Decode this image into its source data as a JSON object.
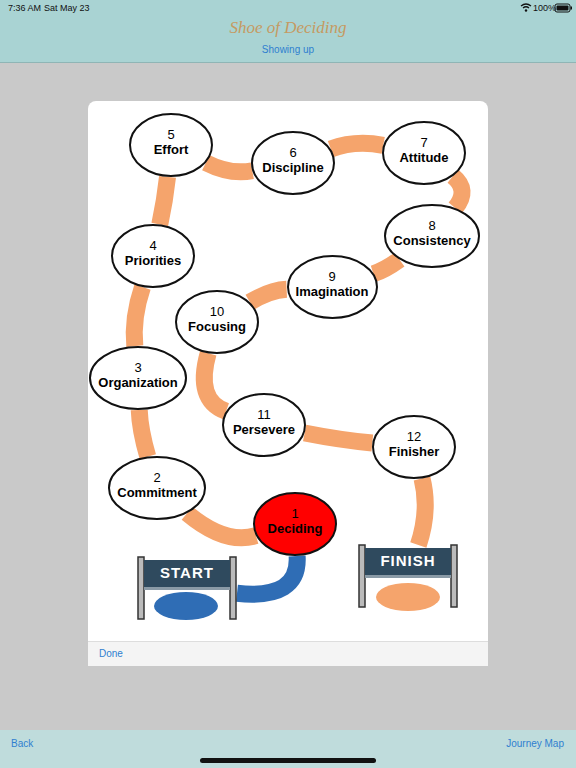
{
  "diagram": {
    "title": "Shoe of Deciding",
    "nodes": [
      {
        "text": [
          "START"
        ]
      },
      {
        "text": [
          "1",
          "Deciding"
        ]
      },
      {
        "text": [
          "2",
          "Commitment"
        ]
      },
      {
        "text": [
          "3",
          "Organization"
        ]
      },
      {
        "text": [
          "4",
          "Priorities"
        ]
      },
      {
        "text": [
          "5",
          "Effort"
        ]
      },
      {
        "text": [
          "6",
          "Discipline"
        ]
      },
      {
        "text": [
          "7",
          "Attitude"
        ]
      },
      {
        "text": [
          "8",
          "Consistency"
        ]
      },
      {
        "text": [
          "9",
          "Imagination"
        ]
      },
      {
        "text": [
          "10",
          "Focusing"
        ]
      },
      {
        "text": [
          "11",
          "Persevere"
        ]
      },
      {
        "text": [
          "12",
          "Finisher"
        ]
      },
      {
        "text": [
          "FINISH"
        ]
      }
    ],
    "edges": [
      {
        "from": 0,
        "to": 1,
        "arrow": "none"
      },
      {
        "from": 1,
        "to": 2,
        "arrow": "none"
      },
      {
        "from": 2,
        "to": 3,
        "arrow": "none"
      },
      {
        "from": 3,
        "to": 4,
        "arrow": "none"
      },
      {
        "from": 4,
        "to": 5,
        "arrow": "none"
      },
      {
        "from": 5,
        "to": 6,
        "arrow": "none"
      },
      {
        "from": 6,
        "to": 7,
        "arrow": "none"
      },
      {
        "from": 7,
        "to": 8,
        "arrow": "none"
      },
      {
        "from": 8,
        "to": 9,
        "arrow": "none"
      },
      {
        "from": 9,
        "to": 10,
        "arrow": "none"
      },
      {
        "from": 10,
        "to": 11,
        "arrow": "none"
      },
      {
        "from": 11,
        "to": 12,
        "arrow": "none"
      },
      {
        "from": 12,
        "to": 13,
        "arrow": "none"
      }
    ],
    "labels": [
      "7:36 AM",
      "Sat May 23",
      "100%",
      "Showing up",
      "Done",
      "Back",
      "Journey Map"
    ]
  }
}
